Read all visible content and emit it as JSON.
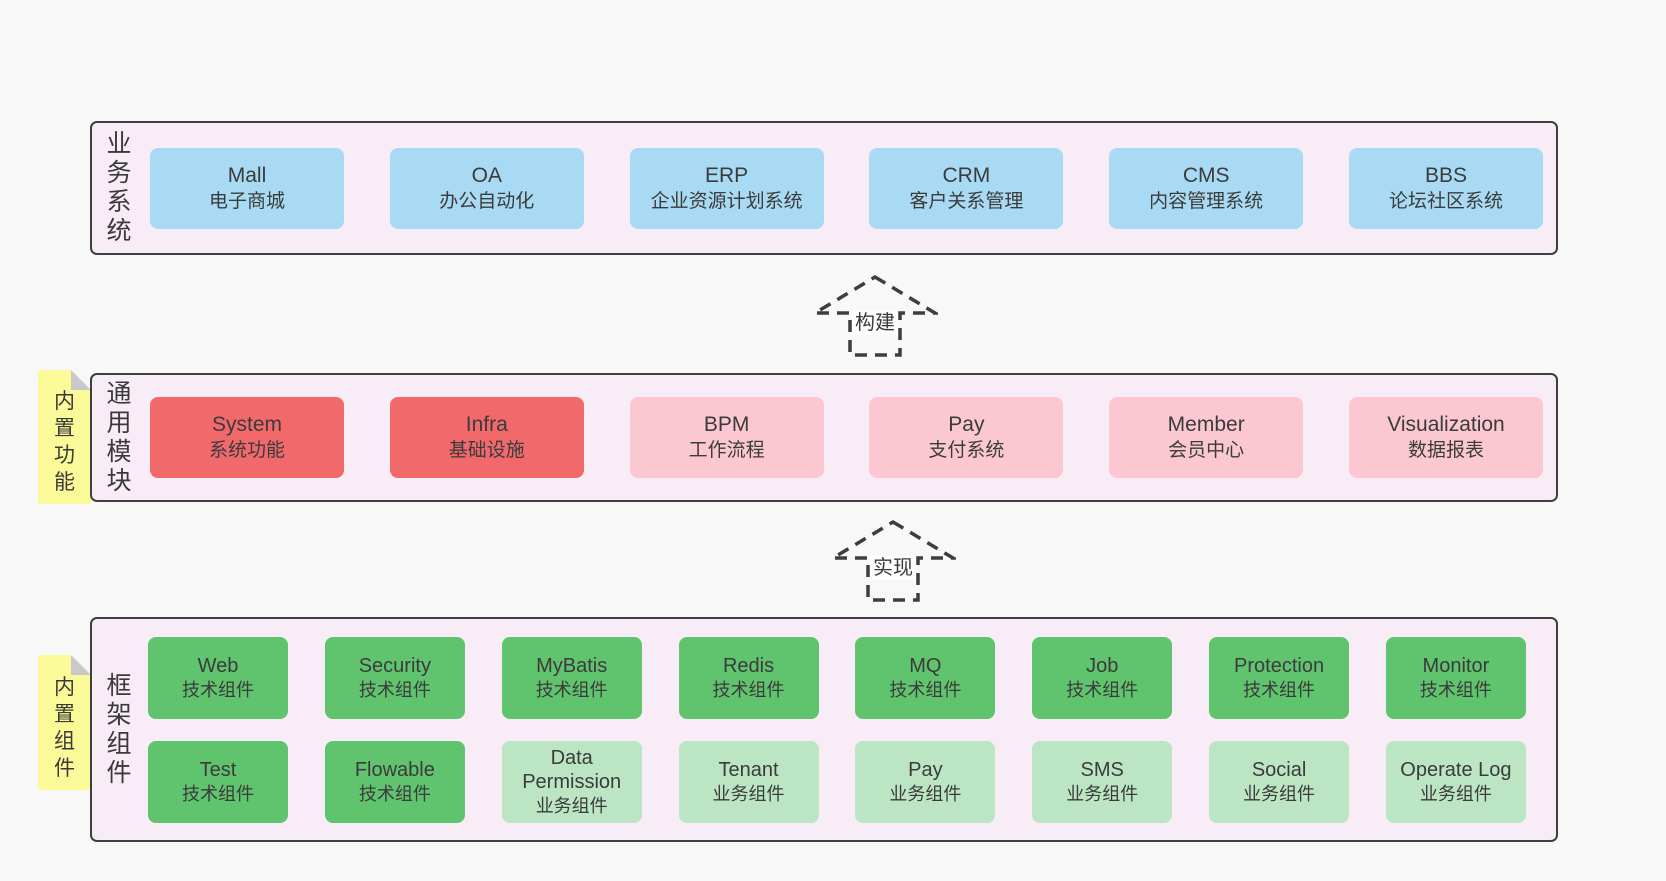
{
  "palette": {
    "page_bg": "#f8f8f8",
    "band_bg": "#f8edf6",
    "band_border": "#3f3f3f",
    "blue": "#a8dbf3",
    "red": "#f2696c",
    "pink": "#fbc8d2",
    "green": "#60c46e",
    "green_light": "#bce5c3",
    "sticky_yellow": "#fafa98",
    "fold_gray": "#c9c9c9",
    "text": "#3b3b3b"
  },
  "arrows": [
    {
      "label": "构建"
    },
    {
      "label": "实现"
    }
  ],
  "bands": [
    {
      "label": "业务系统",
      "boxes": [
        {
          "title": "Mall",
          "subtitle": "电子商城",
          "variant": "blue"
        },
        {
          "title": "OA",
          "subtitle": "办公自动化",
          "variant": "blue"
        },
        {
          "title": "ERP",
          "subtitle": "企业资源计划系统",
          "variant": "blue"
        },
        {
          "title": "CRM",
          "subtitle": "客户关系管理",
          "variant": "blue"
        },
        {
          "title": "CMS",
          "subtitle": "内容管理系统",
          "variant": "blue"
        },
        {
          "title": "BBS",
          "subtitle": "论坛社区系统",
          "variant": "blue"
        }
      ]
    },
    {
      "label": "通用模块",
      "sticky": "内置功能",
      "boxes": [
        {
          "title": "System",
          "subtitle": "系统功能",
          "variant": "red"
        },
        {
          "title": "Infra",
          "subtitle": "基础设施",
          "variant": "red"
        },
        {
          "title": "BPM",
          "subtitle": "工作流程",
          "variant": "pink"
        },
        {
          "title": "Pay",
          "subtitle": "支付系统",
          "variant": "pink"
        },
        {
          "title": "Member",
          "subtitle": "会员中心",
          "variant": "pink"
        },
        {
          "title": "Visualization",
          "subtitle": "数据报表",
          "variant": "pink"
        }
      ]
    },
    {
      "label": "框架组件",
      "sticky": "内置组件",
      "rows": [
        [
          {
            "title": "Web",
            "subtitle": "技术组件",
            "variant": "green"
          },
          {
            "title": "Security",
            "subtitle": "技术组件",
            "variant": "green"
          },
          {
            "title": "MyBatis",
            "subtitle": "技术组件",
            "variant": "green"
          },
          {
            "title": "Redis",
            "subtitle": "技术组件",
            "variant": "green"
          },
          {
            "title": "MQ",
            "subtitle": "技术组件",
            "variant": "green"
          },
          {
            "title": "Job",
            "subtitle": "技术组件",
            "variant": "green"
          },
          {
            "title": "Protection",
            "subtitle": "技术组件",
            "variant": "green"
          },
          {
            "title": "Monitor",
            "subtitle": "技术组件",
            "variant": "green"
          }
        ],
        [
          {
            "title": "Test",
            "subtitle": "技术组件",
            "variant": "green"
          },
          {
            "title": "Flowable",
            "subtitle": "技术组件",
            "variant": "green"
          },
          {
            "title": "Data Permission",
            "subtitle": "业务组件",
            "variant": "green-light"
          },
          {
            "title": "Tenant",
            "subtitle": "业务组件",
            "variant": "green-light"
          },
          {
            "title": "Pay",
            "subtitle": "业务组件",
            "variant": "green-light"
          },
          {
            "title": "SMS",
            "subtitle": "业务组件",
            "variant": "green-light"
          },
          {
            "title": "Social",
            "subtitle": "业务组件",
            "variant": "green-light"
          },
          {
            "title": "Operate Log",
            "subtitle": "业务组件",
            "variant": "green-light"
          }
        ]
      ]
    }
  ]
}
